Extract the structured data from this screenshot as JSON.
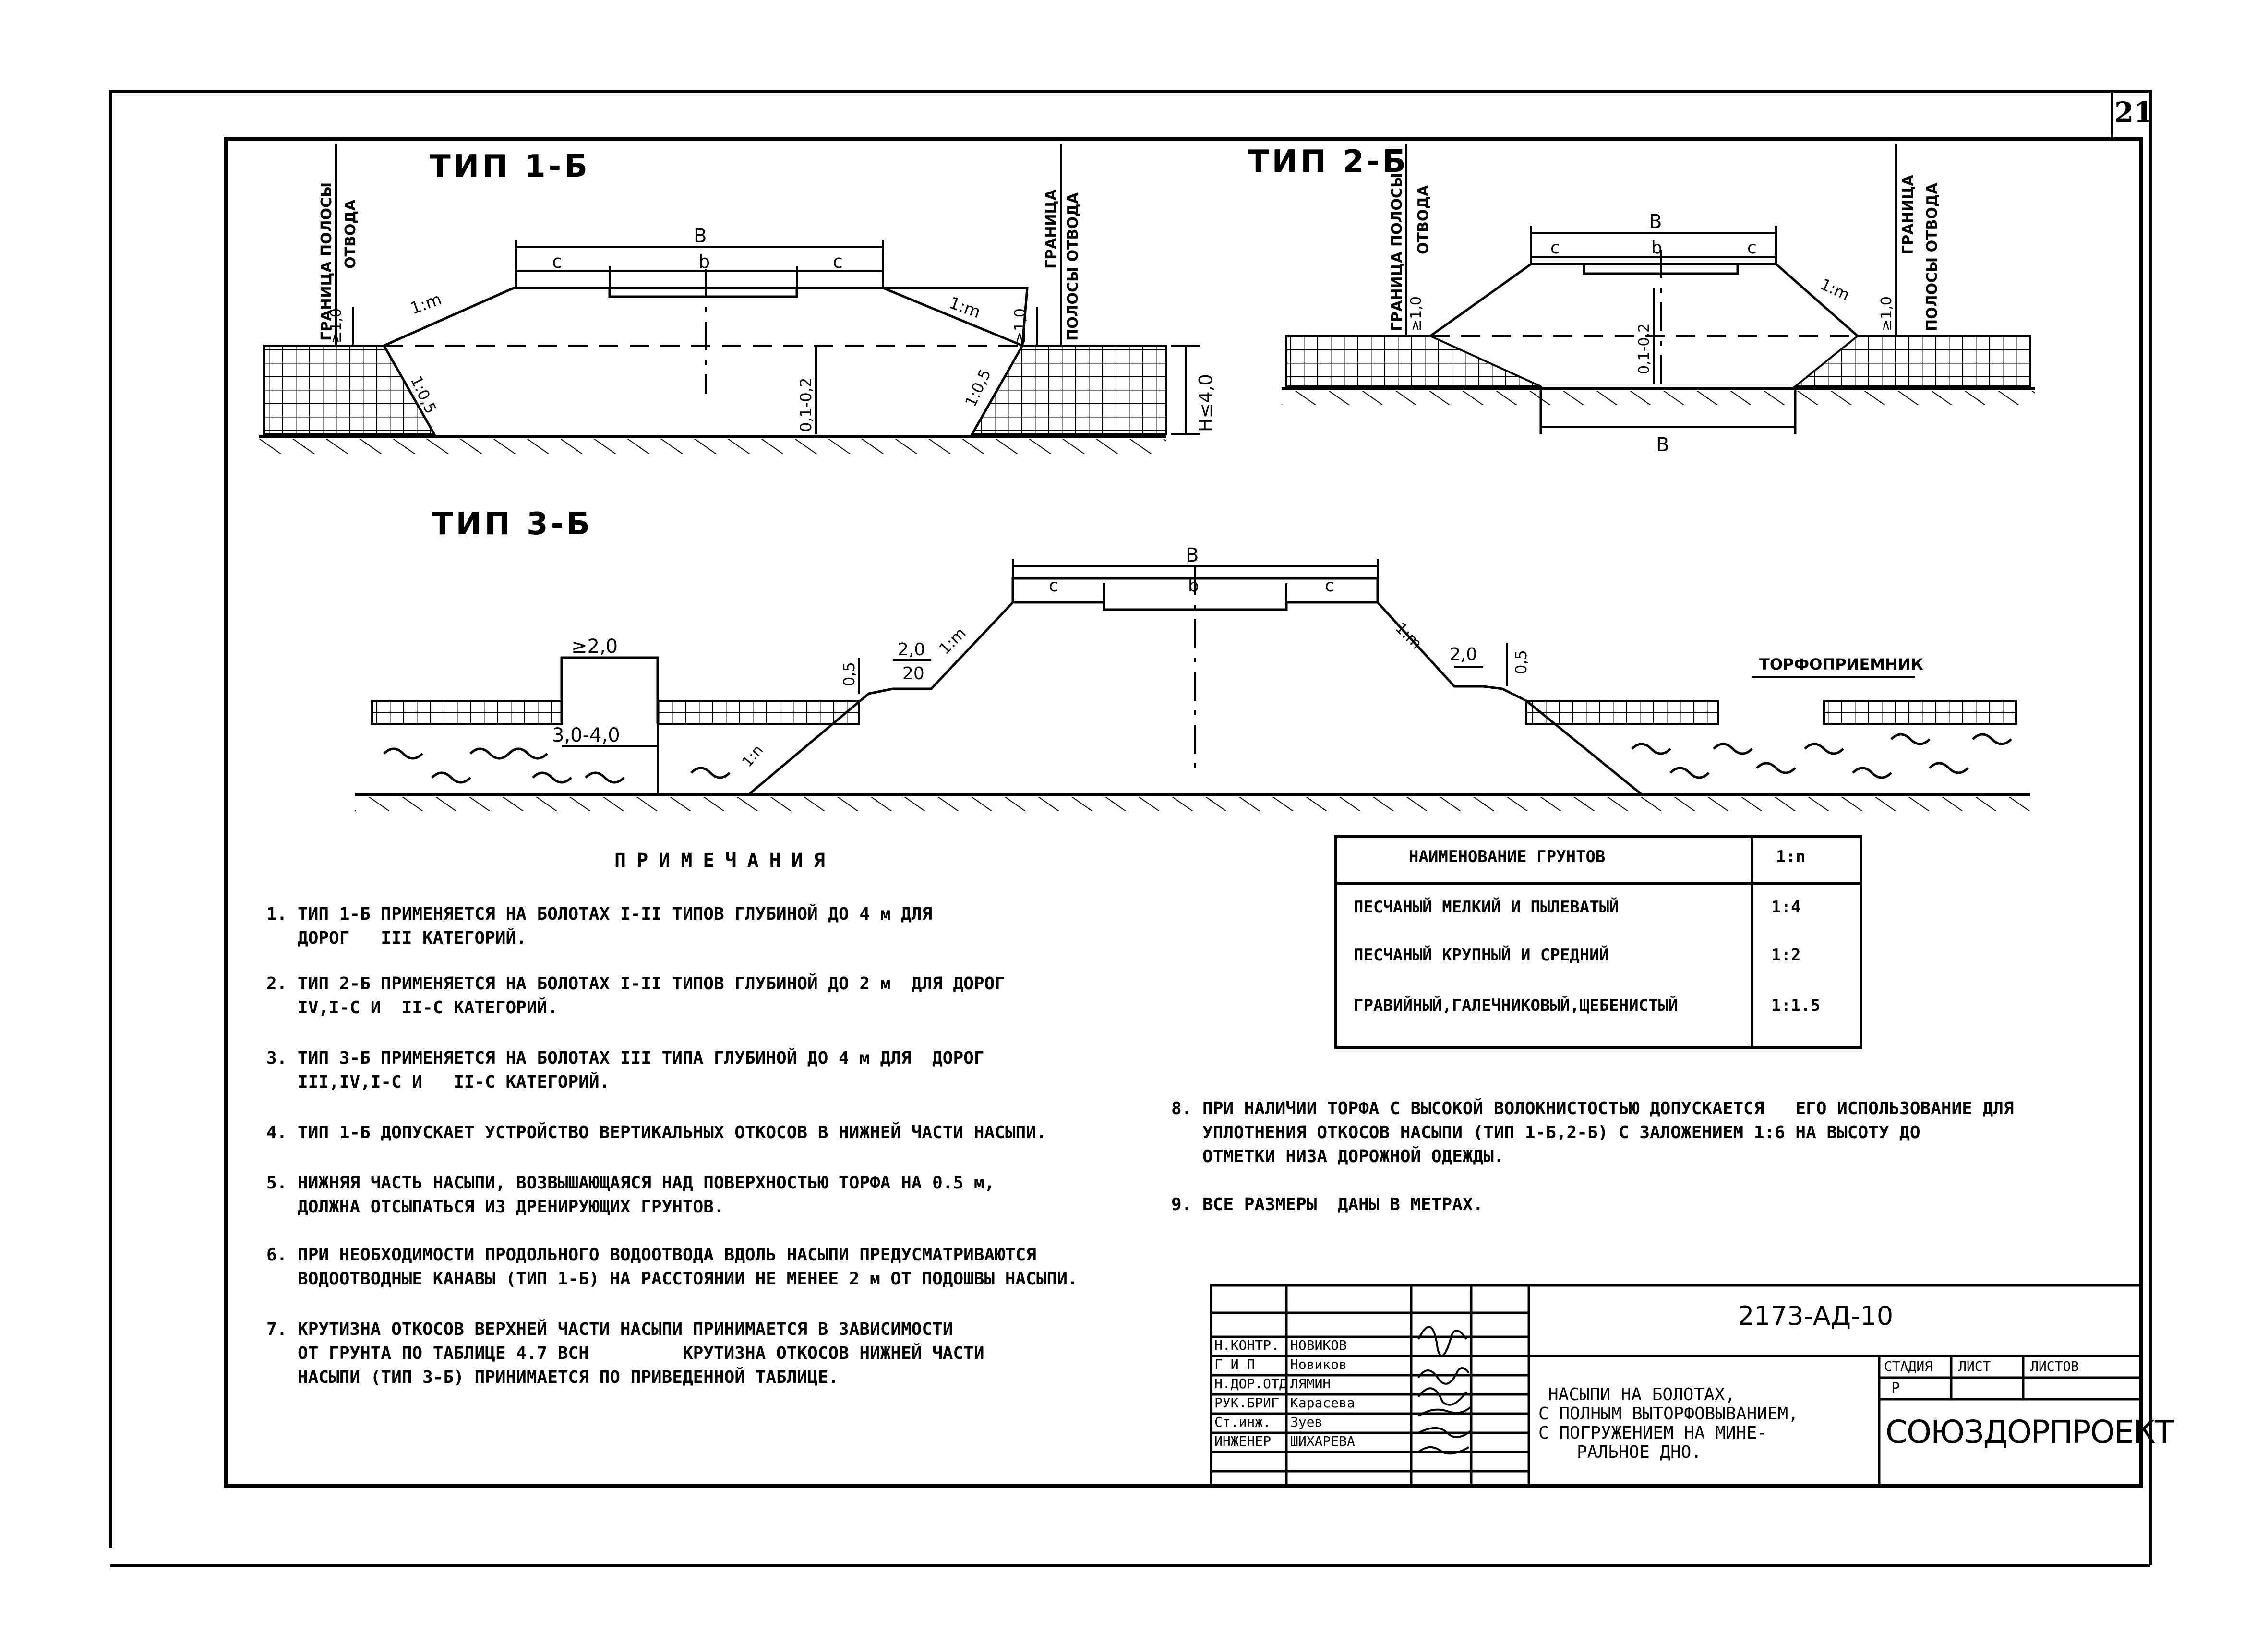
{
  "sheet_number": "21",
  "types": {
    "t1": {
      "title": "ТИП 1-Б",
      "left_boundary": [
        "ГРАНИЦА ПОЛОСЫ",
        "ОТВОДА"
      ],
      "right_boundary": [
        "ГРАНИЦА",
        "ПОЛОСЫ ОТВОДА"
      ],
      "dim_B": "B",
      "dim_c": "c",
      "dim_b": "b",
      "slope": "1:m",
      "slope_low": "1:0,5",
      "min_h": "≥1,0",
      "depth": "0,1-0,2",
      "height": "H≤4,0"
    },
    "t2": {
      "title": "ТИП 2-Б",
      "left_boundary": [
        "ГРАНИЦА ПОЛОСЫ",
        "ОТВОДА"
      ],
      "right_boundary": [
        "ГРАНИЦА",
        "ПОЛОСЫ ОТВОДА"
      ],
      "dim_B": "B",
      "dim_c": "c",
      "dim_b": "b",
      "slope": "1:m",
      "min_h": "≥1,0",
      "depth": "0,1-0,2",
      "dim_B_bottom": "B"
    },
    "t3": {
      "title": "ТИП 3-Б",
      "dim_B": "B",
      "dim_c": "c",
      "dim_b": "b",
      "slope": "1:m",
      "berm": "≥2,0",
      "trench": "3,0-4,0",
      "slope_n": "1:n",
      "berm_l": "2,0",
      "berm_l_slope": "20",
      "berm_h": "0,5",
      "berm_r": "2,0",
      "berm_r_h": "0,5",
      "peat_receiver": "ТОРФОПРИЕМНИК"
    }
  },
  "notes_title": "ПРИМЕЧАНИЯ",
  "notes": [
    "1. ТИП 1-Б ПРИМЕНЯЕТСЯ НА БОЛОТАХ I-II ТИПОВ ГЛУБИНОЙ ДО 4 м ДЛЯ\n   ДОРОГ   III КАТЕГОРИЙ.",
    "2. ТИП 2-Б ПРИМЕНЯЕТСЯ НА БОЛОТАХ I-II ТИПОВ ГЛУБИНОЙ ДО 2 м  ДЛЯ ДОРОГ\n   IV,I-С И  II-С КАТЕГОРИЙ.",
    "3. ТИП 3-Б ПРИМЕНЯЕТСЯ НА БОЛОТАХ III ТИПА ГЛУБИНОЙ ДО 4 м ДЛЯ  ДОРОГ\n   III,IV,I-С И   II-С КАТЕГОРИЙ.",
    "4. ТИП 1-Б ДОПУСКАЕТ УСТРОЙСТВО ВЕРТИКАЛЬНЫХ ОТКОСОВ В НИЖНЕЙ ЧАСТИ НАСЫПИ.",
    "5. НИЖНЯЯ ЧАСТЬ НАСЫПИ, ВОЗВЫШАЮЩАЯСЯ НАД ПОВЕРХНОСТЬЮ ТОРФА НА 0.5 м,\n   ДОЛЖНА ОТСЫПАТЬСЯ ИЗ ДРЕНИРУЮЩИХ ГРУНТОВ.",
    "6. ПРИ НЕОБХОДИМОСТИ ПРОДОЛЬНОГО ВОДООТВОДА ВДОЛЬ НАСЫПИ ПРЕДУСМАТРИВАЮТСЯ\n   ВОДООТВОДНЫЕ КАНАВЫ (ТИП 1-Б) НА РАССТОЯНИИ НЕ МЕНЕЕ 2 м ОТ ПОДОШВЫ НАСЫПИ.",
    "7. КРУТИЗНА ОТКОСОВ ВЕРХНЕЙ ЧАСТИ НАСЫПИ ПРИНИМАЕТСЯ В ЗАВИСИМОСТИ\n   ОТ ГРУНТА ПО ТАБЛИЦЕ 4.7 ВСН         КРУТИЗНА ОТКОСОВ НИЖНЕЙ ЧАСТИ\n   НАСЫПИ (ТИП 3-Б) ПРИНИМАЕТСЯ ПО ПРИВЕДЕННОЙ ТАБЛИЦЕ.",
    "8. ПРИ НАЛИЧИИ ТОРФА С ВЫСОКОЙ ВОЛОКНИСТОСТЬЮ ДОПУСКАЕТСЯ   ЕГО ИСПОЛЬЗОВАНИЕ ДЛЯ\n   УПЛОТНЕНИЯ ОТКОСОВ НАСЫПИ (ТИП 1-Б,2-Б) С ЗАЛОЖЕНИЕМ 1:6 НА ВЫСОТУ ДО\n   ОТМЕТКИ НИЗА ДОРОЖНОЙ ОДЕЖДЫ.",
    "9. ВСЕ РАЗМЕРЫ  ДАНЫ В МЕТРАХ."
  ],
  "soil_table": {
    "header": [
      "НАИМЕНОВАНИЕ ГРУНТОВ",
      "1:n"
    ],
    "rows": [
      [
        "ПЕСЧАНЫЙ МЕЛКИЙ И ПЫЛЕВАТЫЙ",
        "1:4"
      ],
      [
        "ПЕСЧАНЫЙ КРУПНЫЙ И СРЕДНИЙ",
        "1:2"
      ],
      [
        "ГРАВИЙНЫЙ,ГАЛЕЧНИКОВЫЙ,ЩЕБЕНИСТЫЙ",
        "1:1.5"
      ]
    ]
  },
  "stamp": {
    "doc_code": "2173-АД-10",
    "roles": [
      "Н.КОНТР.",
      "Г И П",
      "Н.ДОР.ОТД.",
      "РУК.БРИГ",
      "Ст.инж.",
      "ИНЖЕНЕР"
    ],
    "names": [
      "НОВИКОВ",
      "Новиков",
      "ЛЯМИН",
      "Карасева",
      "Зуев",
      "ШИХАРЕВА"
    ],
    "title_lines": [
      "НАСЫПИ НА БОЛОТАХ,",
      "С ПОЛНЫМ ВЫТОРФОВЫВАНИЕМ,",
      "С ПОГРУЖЕНИЕМ НА МИНЕ-",
      "РАЛЬНОЕ ДНО."
    ],
    "col_stage": "СТАДИЯ",
    "col_sheet": "ЛИСТ",
    "col_sheets": "ЛИСТОВ",
    "stage": "Р",
    "org": "СОЮЗДОРПРОЕКТ"
  }
}
